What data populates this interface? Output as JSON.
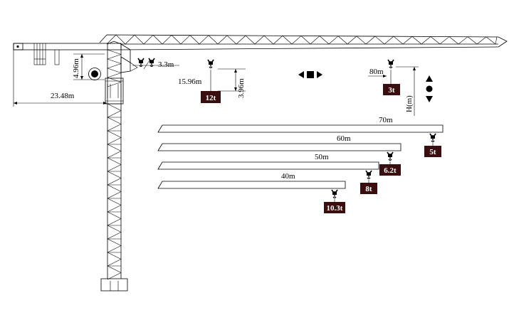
{
  "colors": {
    "line": "#000000",
    "load_box": "#3a0e0e",
    "load_text": "#ffffff",
    "background": "#ffffff"
  },
  "dimensions": {
    "counter_jib_length": "23.48m",
    "counterweight_height": "4.96m",
    "trolley_offset": "3.3m",
    "hook_drop": "3.96m",
    "max_load_radius": "15.96m",
    "tip_radius": "80m",
    "hook_height": "H(m)"
  },
  "max_load": "12t",
  "tip_load": "3t",
  "jib_configs": [
    {
      "length": "70m",
      "load": "5t"
    },
    {
      "length": "60m",
      "load": "6.2t"
    },
    {
      "length": "50m",
      "load": "8t"
    },
    {
      "length": "40m",
      "load": "10.3t"
    }
  ],
  "icons": [
    "trolley-icon",
    "hook-icon",
    "slewing-arrows-icon",
    "hoist-arrows-icon",
    "counterweight-icon"
  ]
}
